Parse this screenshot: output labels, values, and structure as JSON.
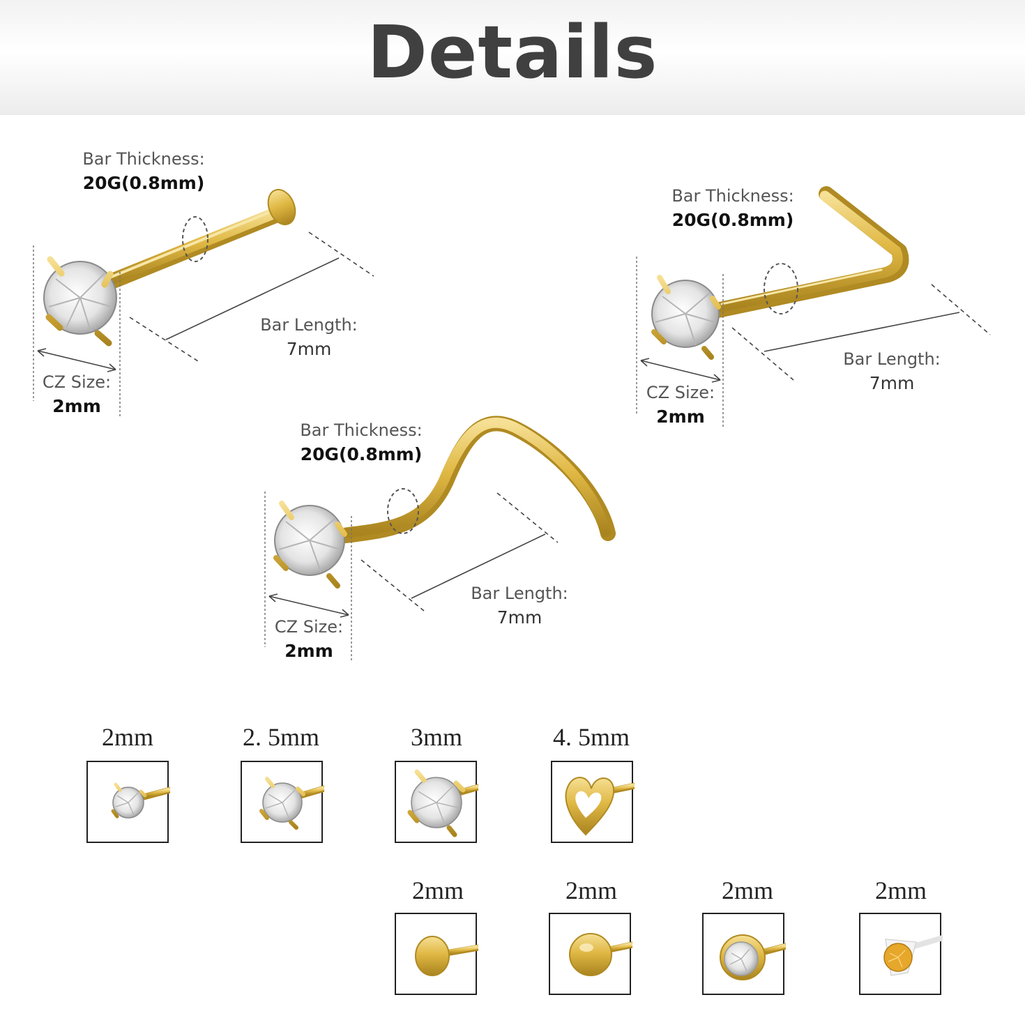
{
  "title": "Details",
  "specs": [
    {
      "thickness_label": "Bar Thickness:",
      "thickness_value": "20G(0.8mm)",
      "length_label": "Bar Length:",
      "length_value": "7mm",
      "cz_label": "CZ Size:",
      "cz_value": "2mm"
    },
    {
      "thickness_label": "Bar Thickness:",
      "thickness_value": "20G(0.8mm)",
      "length_label": "Bar Length:",
      "length_value": "7mm",
      "cz_label": "CZ Size:",
      "cz_value": "2mm"
    },
    {
      "thickness_label": "Bar Thickness:",
      "thickness_value": "20G(0.8mm)",
      "length_label": "Bar Length:",
      "length_value": "7mm",
      "cz_label": "CZ Size:",
      "cz_value": "2mm"
    }
  ],
  "options": [
    {
      "label": "2mm",
      "top": "gem-small"
    },
    {
      "label": "2. 5mm",
      "top": "gem-medium"
    },
    {
      "label": "3mm",
      "top": "gem-large"
    },
    {
      "label": "4. 5mm",
      "top": "heart"
    },
    {
      "label": "2mm",
      "top": "flat-disc"
    },
    {
      "label": "2mm",
      "top": "ball"
    },
    {
      "label": "2mm",
      "top": "bezel-gem"
    },
    {
      "label": "2mm",
      "top": "clear-cone-gem"
    }
  ],
  "colors": {
    "gold": "#d9b23c",
    "gold_light": "#f4dc86",
    "gold_dark": "#b08a22",
    "title": "#404040"
  }
}
